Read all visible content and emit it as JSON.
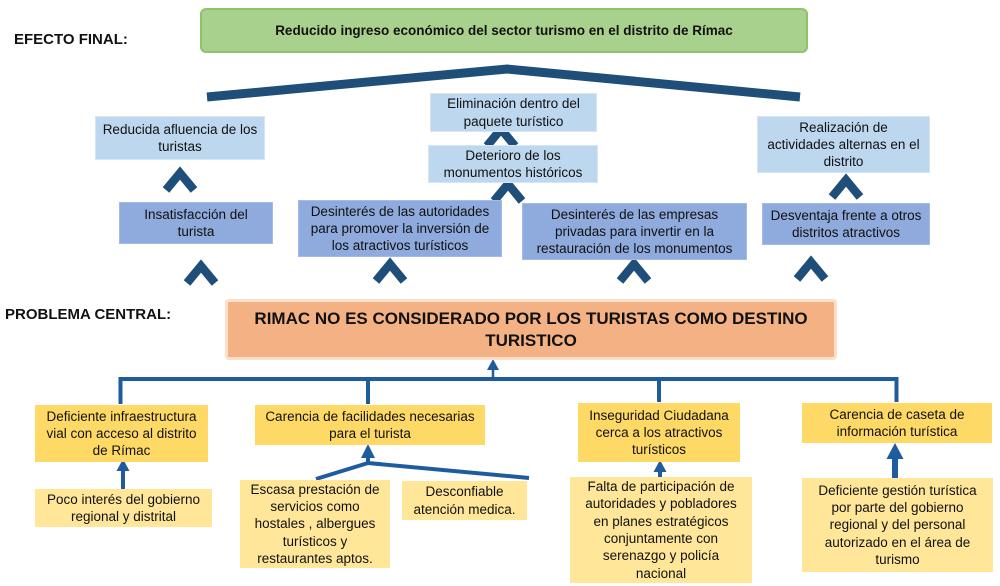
{
  "labels": {
    "efecto_final": "EFECTO FINAL:",
    "problema_central": "PROBLEMA CENTRAL:"
  },
  "final_effect": {
    "text": "Reducido ingreso económico del sector turismo en el distrito de Rímac"
  },
  "effects_indirect": [
    {
      "text": "Reducida afluencia de los turistas"
    },
    {
      "text": "Eliminación dentro del paquete turístico"
    },
    {
      "text": "Deterioro de los monumentos históricos"
    },
    {
      "text": "Realización de actividades alternas en el distrito"
    }
  ],
  "effects_direct": [
    {
      "text": "Insatisfacción del turista"
    },
    {
      "text": "Desinterés de las autoridades para promover la inversión de los atractivos turísticos"
    },
    {
      "text": "Desinterés de las empresas privadas para invertir en la restauración de los monumentos"
    },
    {
      "text": "Desventaja frente a otros distritos atractivos"
    }
  ],
  "central_problem": {
    "text": "RIMAC NO ES CONSIDERADO POR LOS TURISTAS COMO DESTINO TURISTICO"
  },
  "causes_direct": [
    {
      "text": "Deficiente infraestructura vial con acceso al distrito de Rímac"
    },
    {
      "text": "Carencia de facilidades necesarias para el turista"
    },
    {
      "text": "Inseguridad Ciudadana cerca a los atractivos turísticos"
    },
    {
      "text": "Carencia de caseta de información turística"
    }
  ],
  "causes_indirect": [
    {
      "text": "Poco interés del gobierno regional y distrital"
    },
    {
      "text": "Escasa prestación de servicios como hostales , albergues turísticos y restaurantes aptos."
    },
    {
      "text": "Desconfiable atención medica."
    },
    {
      "text": "Falta de participación de autoridades y pobladores en planes estratégicos conjuntamente con serenazgo y policía nacional"
    },
    {
      "text": "Deficiente gestión turística por parte del gobierno regional y del personal autorizado en el área de turismo"
    }
  ],
  "colors": {
    "navy": "#1f4e79",
    "connector": "#1f5c9e",
    "green_fill": "#a9d18e",
    "green_border": "#92c06f",
    "lightblue_fill": "#bdd7ee",
    "medblue_fill": "#8faadc",
    "orange_fill": "#f4b183",
    "orange_border": "#fbdfc9",
    "gold_fill": "#ffd966",
    "lightyellow_fill": "#ffe699"
  }
}
